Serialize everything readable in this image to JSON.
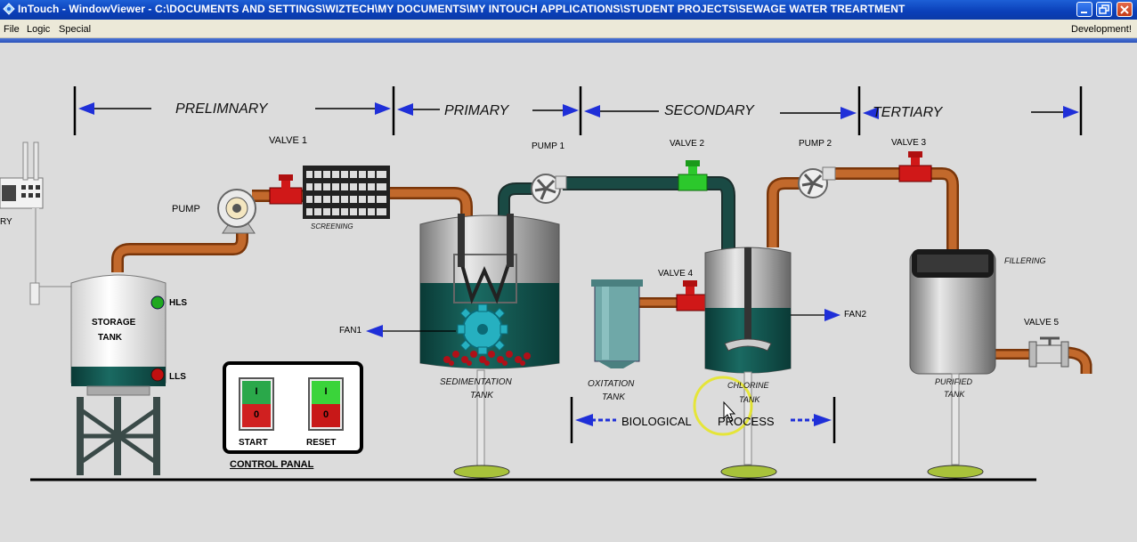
{
  "window": {
    "title": "InTouch - WindowViewer - C:\\DOCUMENTS AND SETTINGS\\WIZTECH\\MY DOCUMENTS\\MY INTOUCH APPLICATIONS\\STUDENT PROJECTS\\SEWAGE WATER TREARTMENT",
    "mode": "Development!"
  },
  "menu": [
    "File",
    "Logic",
    "Special"
  ],
  "stages": [
    "PRELIMNARY",
    "PRIMARY",
    "SECONDARY",
    "TERTIARY"
  ],
  "labels": {
    "valve1": "VALVE 1",
    "valve2": "VALVE 2",
    "valve3": "VALVE 3",
    "valve4": "VALVE 4",
    "valve5": "VALVE 5",
    "pump": "PUMP",
    "pump1": "PUMP 1",
    "pump2": "PUMP 2",
    "screening": "SCREENING",
    "hls": "HLS",
    "lls": "LLS",
    "storage_tank": "STORAGE",
    "storage_tank2": "TANK",
    "fan1": "FAN1",
    "fan2": "FAN2",
    "sedimentation1": "SEDIMENTATION",
    "sedimentation2": "TANK",
    "oxitation1": "OXITATION",
    "oxitation2": "TANK",
    "chlorine1": "CHLORINE",
    "chlorine2": "TANK",
    "purified1": "PURIFIED",
    "purified2": "TANK",
    "fillering": "FILLERING",
    "biological": "BIOLOGICAL",
    "process": "PROCESS",
    "primary_partial": "RY"
  },
  "control_panel": {
    "title": "CONTROL PANAL",
    "start": "START",
    "reset": "RESET",
    "on_symbol": "I",
    "off_symbol": "0"
  },
  "colors": {
    "pipe_copper": "#b4581c",
    "pipe_green": "#1a4a44",
    "water": "#0f4a44",
    "valve_red": "#d01818",
    "valve_green": "#2cc82c",
    "arrow_blue": "#1f2fd8",
    "tank_gray": "#9a9a9a",
    "lamp_green": "#1fa81f",
    "lamp_red": "#c01010",
    "title_blue": "#0a3fb8"
  }
}
